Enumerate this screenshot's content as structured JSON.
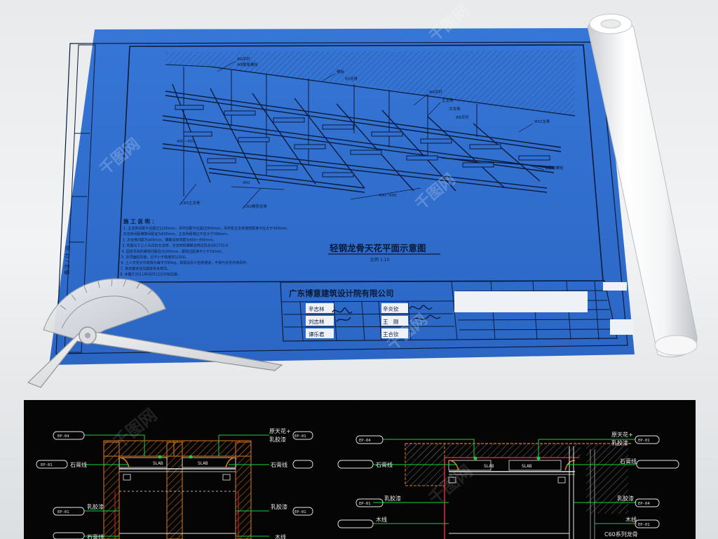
{
  "blueprint": {
    "title": "轻钢龙骨天花平面示意图",
    "scale": "比例 1:10",
    "notes_heading": "施 工 说 明 ：",
    "notes": [
      "1. 主龙骨间距不应超过1200mm，吊杆间距不应超过900mm，吊杆距主龙骨端部距离不应大于300mm。",
      "   次龙骨间距横撑间距宜为600mm，主龙骨距墙边不应大于300mm。",
      "2. 次龙骨间距为400mm，横撑龙骨间距为600~800mm。",
      "3. 吊筋与下上人天花的主龙骨、次龙骨和横撑龙骨应符合GB2753.6",
      "4. 固定吊钩的螺栓间距应为200mm，距较边距离不小于10mm。",
      "5. 吊顶面起拱度，且不小于跨度的1/200。",
      "6. 上人天花允许荷载为每平方80kg，如需设永久检修通道，不得与天花共用吊杆。",
      "7. 其余要求详见国家有关规范。",
      "8. 本图于2011年06月12日开始实施。"
    ],
    "callouts": {
      "top_1": "Φ8吊杆",
      "top_2": "Φ8膨胀螺栓",
      "top_3": "楼板",
      "top_4": "50龙骨",
      "right_1": "Φ8吊杆",
      "right_2": "主龙骨",
      "right_3": "次龙骨",
      "right_4": "Φ8吊杆",
      "far_right": "Φ50龙骨",
      "lower_right": "φ膨胀螺栓",
      "bottom_1": "C60主龙骨",
      "bottom_2": "C60横撑龙骨",
      "dim_1": "450",
      "dim_2": "400~450",
      "dim_3": "400~600"
    },
    "side_strip": "备注 / 计 设"
  },
  "title_block": {
    "company": "广东博意建筑设计院有限公司",
    "names_left": [
      "辛志林",
      "刘志林",
      "谭乐君"
    ],
    "names_right": [
      "辛炎钦",
      "王　刚",
      "王合钦"
    ],
    "signature_left": "辛炒",
    "signature_right": "辛瑞 2m"
  },
  "watermark": "千图网",
  "cad": {
    "left_labels": {
      "ceiling": "原天花+",
      "ceiling_2": "乳胶漆",
      "gypsum_left": "石膏线",
      "gypsum_right": "石膏线",
      "latex_left": "乳胶漆",
      "latex_right": "乳胶漆",
      "gypsum_left_2": "石膏线",
      "wood_right": "木线",
      "slab_1": "SLAB",
      "slab_2": "SLAB",
      "tag_a": "EP-04",
      "tag_b": "EP-01",
      "tag_c": "EP-01",
      "tag_d": "EP-01",
      "tag_e": "EP-01"
    },
    "right_labels": {
      "ceiling": "原天花+",
      "ceiling_2": "乳胶漆",
      "gypsum": "石膏线",
      "gypsum_right": "石膏线",
      "latex_left": "乳胶漆",
      "latex_right": "乳胶漆",
      "wood_left": "木线",
      "wood_right": "木线",
      "keel": "C60系列龙骨",
      "slab_1": "SLAB",
      "slab_2": "SLAB",
      "tag_a": "EP-04",
      "tag_b": "EP-01",
      "tag_c": "EP-01",
      "tag_d": "EP-04",
      "tag_e": "EP-01"
    }
  },
  "colors": {
    "sheet_blue": "#2f6fd1",
    "line_dark": "#0a1a3a",
    "cad_bg": "#050505",
    "cad_green": "#19d13a",
    "cad_red": "#e02424",
    "cad_orange": "#d97a1e",
    "cad_white": "#e8e8e8"
  }
}
